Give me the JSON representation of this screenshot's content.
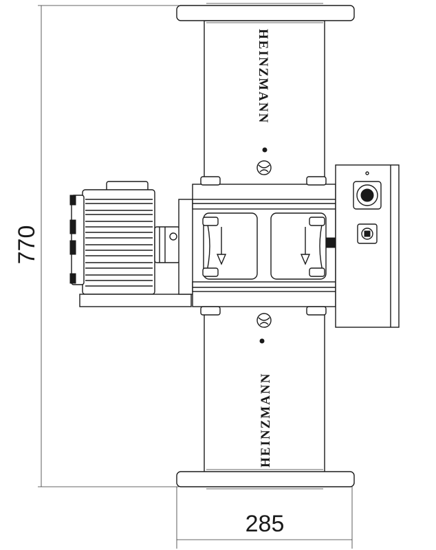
{
  "drawing": {
    "height_dimension": "770",
    "width_dimension": "285",
    "brand_top": "HEINZMANN",
    "brand_bottom": "HEINZMANN"
  }
}
